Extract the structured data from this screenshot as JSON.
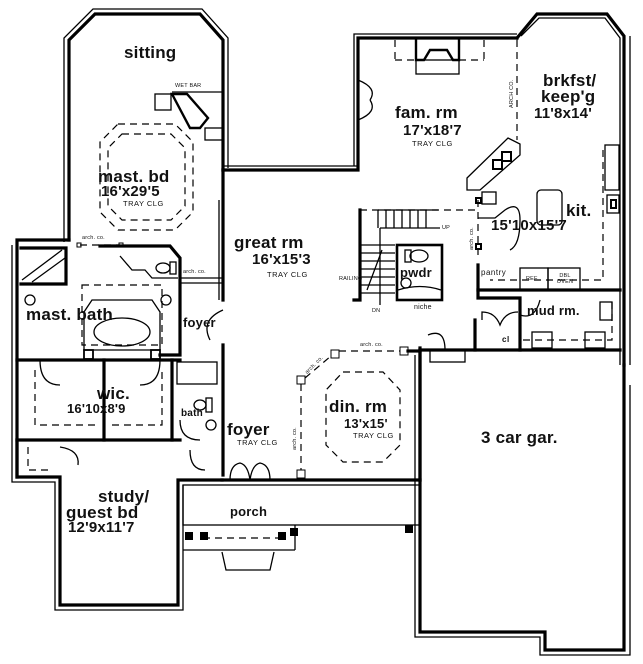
{
  "plan": {
    "type": "floor plan",
    "rooms": {
      "sitting": {
        "name": "sitting"
      },
      "master_bedroom": {
        "name": "mast. bd",
        "size": "16'x29'5",
        "ceiling": "TRAY CLG"
      },
      "wet_bar": {
        "name": "WET BAR"
      },
      "great_room": {
        "name": "great  rm",
        "size": "16'x15'3",
        "ceiling": "TRAY CLG"
      },
      "family_room": {
        "name": "fam. rm",
        "size": "17'x18'7",
        "ceiling": "TRAY CLG"
      },
      "breakfast": {
        "name_line1": "brkfst/",
        "name_line2": "keep'g",
        "size": "11'8x14'"
      },
      "kitchen": {
        "name": "kit.",
        "size": "15'10x15'7"
      },
      "master_bath": {
        "name": "mast. bath"
      },
      "foyer_side": {
        "name": "foyer"
      },
      "wic": {
        "name": "wic.",
        "size": "16'10x8'9"
      },
      "bath": {
        "name": "bath"
      },
      "foyer_main": {
        "name": "foyer",
        "ceiling": "TRAY CLG"
      },
      "dining_room": {
        "name": "din. rm",
        "size": "13'x15'",
        "ceiling": "TRAY CLG"
      },
      "garage": {
        "name": "3 car gar."
      },
      "mud_room": {
        "name": "mud rm."
      },
      "powder": {
        "name": "pwdr"
      },
      "pantry": {
        "name": "pantry"
      },
      "study": {
        "name_line1": "study/",
        "name_line2": "guest bd",
        "size": "12'9x11'7"
      },
      "porch": {
        "name": "porch"
      },
      "closet": {
        "name": "cl"
      }
    },
    "annotations": {
      "arch_co": "arch. co.",
      "arch_co_short": "ARCH CO.",
      "railing": "RAILING",
      "down": "DN",
      "up": "UP",
      "niche": "niche",
      "refrigerator": "REF",
      "double_oven": "DBL OVEN"
    }
  }
}
